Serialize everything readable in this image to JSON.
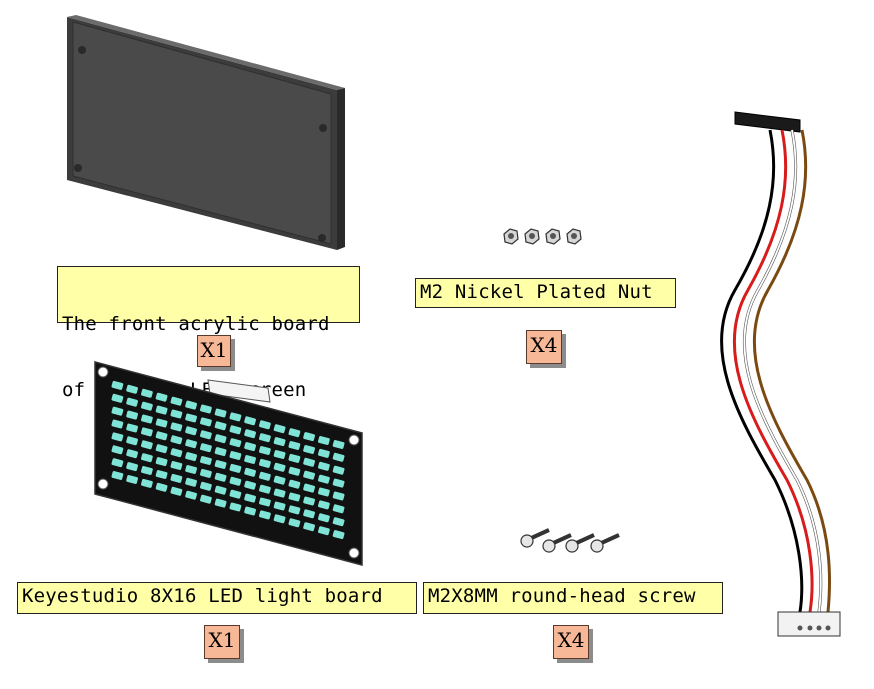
{
  "labels": {
    "acrylic_board_line1": "The front acrylic board",
    "acrylic_board_line2": "of 4WD car LED screen",
    "acrylic_board_qty": "X1",
    "nut": "M2 Nickel Plated Nut",
    "nut_qty": "X4",
    "led_board": "Keyestudio 8X16 LED light board",
    "led_board_qty": "X1",
    "screw": "M2X8MM round-head screw",
    "screw_qty": "X4"
  },
  "colors": {
    "label_bg": "#ffffa8",
    "qty_bg": "#f6b896",
    "acrylic": "#4a4a4a",
    "led_cell": "#7fe3d6",
    "pcb": "#111111",
    "wire_black": "#000000",
    "wire_red": "#d81b1b",
    "wire_white": "#ffffff",
    "wire_brown": "#7a4a12"
  },
  "led_matrix": {
    "rows": 8,
    "cols": 16
  }
}
